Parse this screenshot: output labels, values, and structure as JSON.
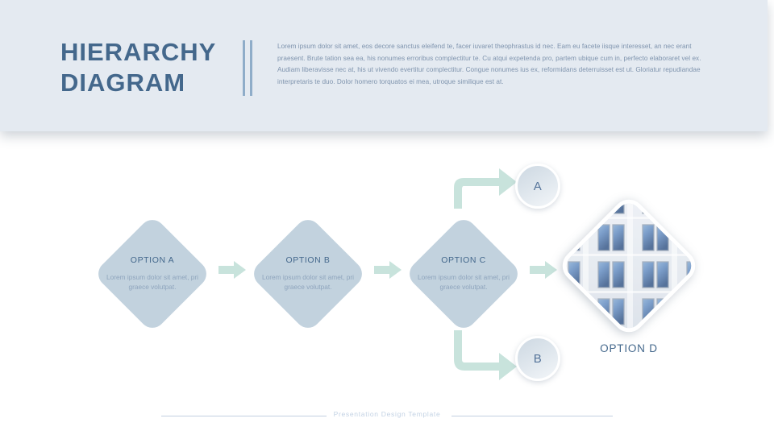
{
  "header": {
    "title_line1": "HIERARCHY",
    "title_line2": "DIAGRAM",
    "paragraph": "Lorem ipsum dolor sit amet, eos decore sanctus eleifend te, facer iuvaret theophrastus id nec. Eam eu facete iisque interesset, an nec erant praesent. Brute tation sea ea, his nonumes erroribus complectitur te. Cu atqui expetenda pro, partem ubique cum in, perfecto elaboraret vel ex. Audiam liberavisse nec at, his ut vivendo evertitur complectitur. Congue nonumes ius ex, reformidans deterruisset est ut. Gloriatur repudiandae interpretaris te duo. Dolor homero torquatos ei mea, utroque similique est at.",
    "bars_count": 2,
    "band_color": "#e4eaf1",
    "title_color": "#44688c",
    "bar_color": "#8fadc9"
  },
  "diagram": {
    "diamonds": [
      {
        "title": "OPTION A",
        "desc": "Lorem ipsum dolor sit amet, pri graece volutpat.",
        "fill": "#c2d2de"
      },
      {
        "title": "OPTION B",
        "desc": "Lorem ipsum dolor sit amet, pri graece volutpat.",
        "fill": "#c2d2de"
      },
      {
        "title": "OPTION C",
        "desc": "Lorem ipsum dolor sit amet, pri graece volutpat.",
        "fill": "#c2d2de"
      }
    ],
    "branch_nodes": [
      {
        "label": "A",
        "position": "top"
      },
      {
        "label": "B",
        "position": "bottom"
      }
    ],
    "final_node": {
      "label": "OPTION  D",
      "image": "modern-building-facade-photo"
    },
    "arrow_color": "#c8e3dc",
    "connector_count": 3
  },
  "footer": {
    "text": "Presentation  Design  Template",
    "rule_color": "#c3d0e0"
  }
}
